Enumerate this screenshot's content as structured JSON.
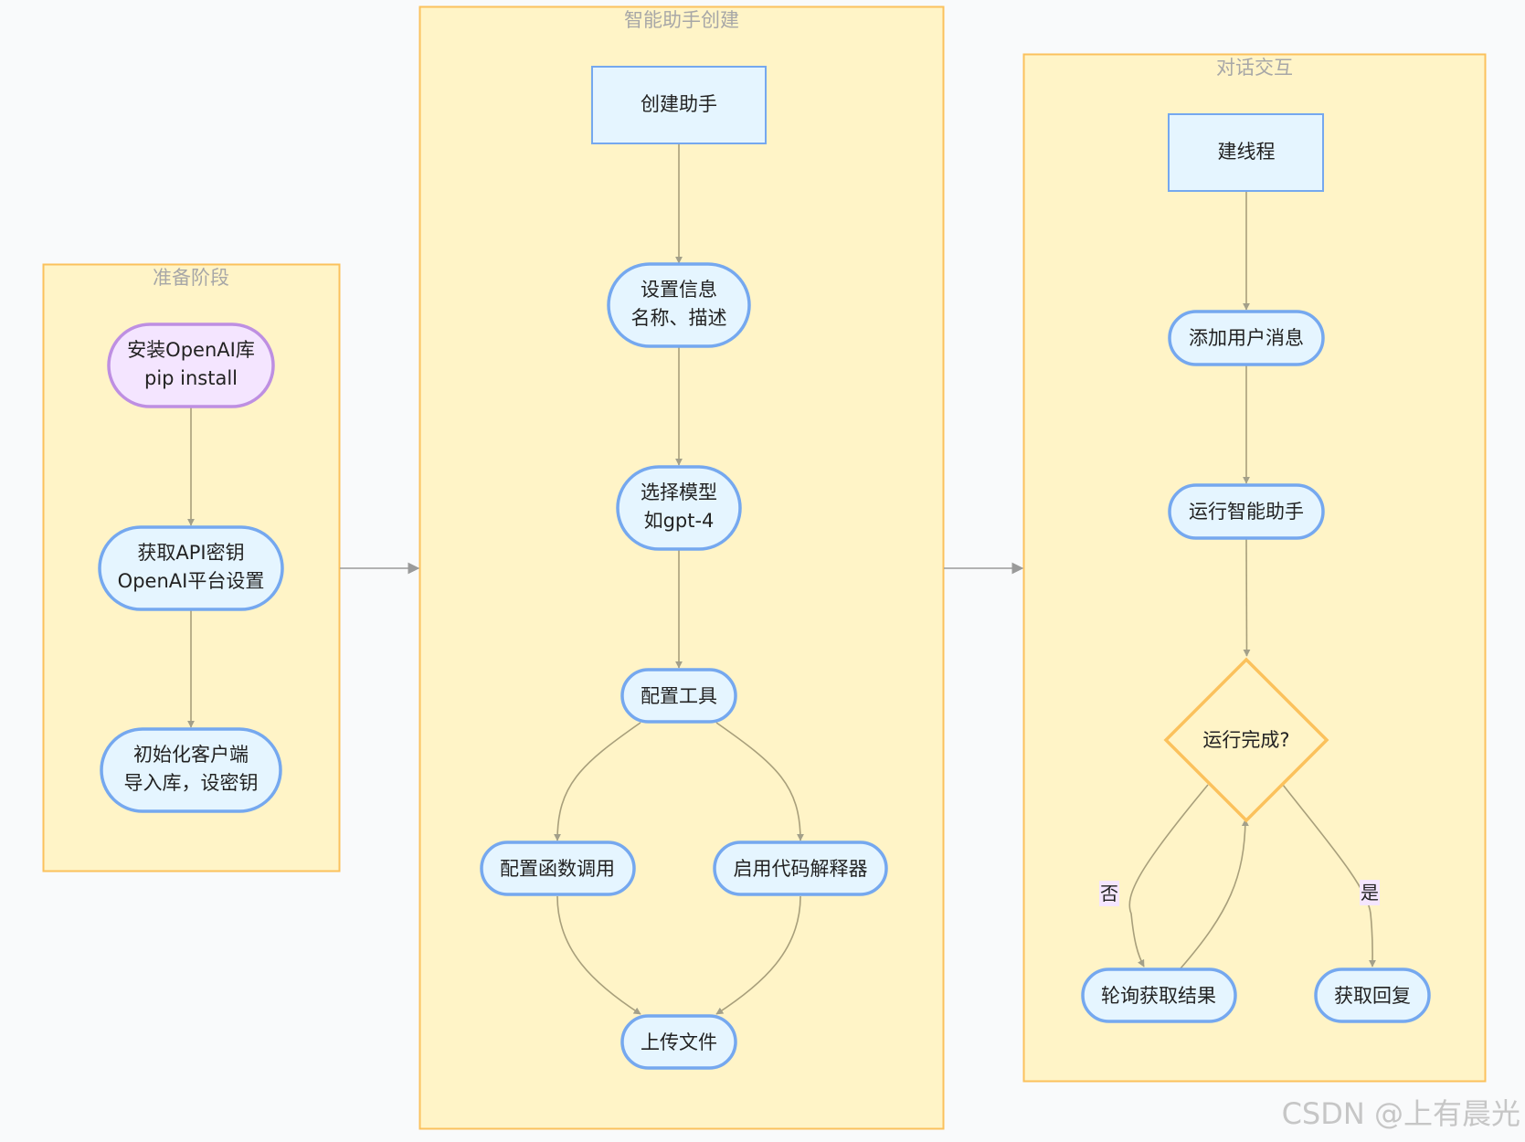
{
  "clusters": {
    "prep": "准备阶段",
    "create": "智能助手创建",
    "dialog": "对话交互"
  },
  "nodes": {
    "install": [
      "安装OpenAI库",
      "pip install"
    ],
    "apikey": [
      "获取API密钥",
      "OpenAI平台设置"
    ],
    "init": [
      "初始化客户端",
      "导入库，设密钥"
    ],
    "createAssistant": [
      "创建助手"
    ],
    "setInfo": [
      "设置信息",
      "名称、描述"
    ],
    "chooseModel": [
      "选择模型",
      "如gpt-4"
    ],
    "configTools": [
      "配置工具"
    ],
    "configFunc": [
      "配置函数调用"
    ],
    "codeInterp": [
      "启用代码解释器"
    ],
    "upload": [
      "上传文件"
    ],
    "thread": [
      "建线程"
    ],
    "addMsg": [
      "添加用户消息"
    ],
    "runAssistant": [
      "运行智能助手"
    ],
    "runDone": [
      "运行完成?"
    ],
    "poll": [
      "轮询获取结果"
    ],
    "getReply": [
      "获取回复"
    ]
  },
  "edge_labels": {
    "no": "否",
    "yes": "是"
  },
  "watermark": "CSDN @上有晨光",
  "colors": {
    "cluster_fill": "#fff4c7",
    "cluster_stroke": "#fbc15c",
    "node_fill": "#e5f5ff",
    "node_stroke": "#75a8ef",
    "start_node_fill": "#f4e5ff",
    "start_node_stroke": "#be8fe2",
    "edge": "#a89f7b"
  }
}
